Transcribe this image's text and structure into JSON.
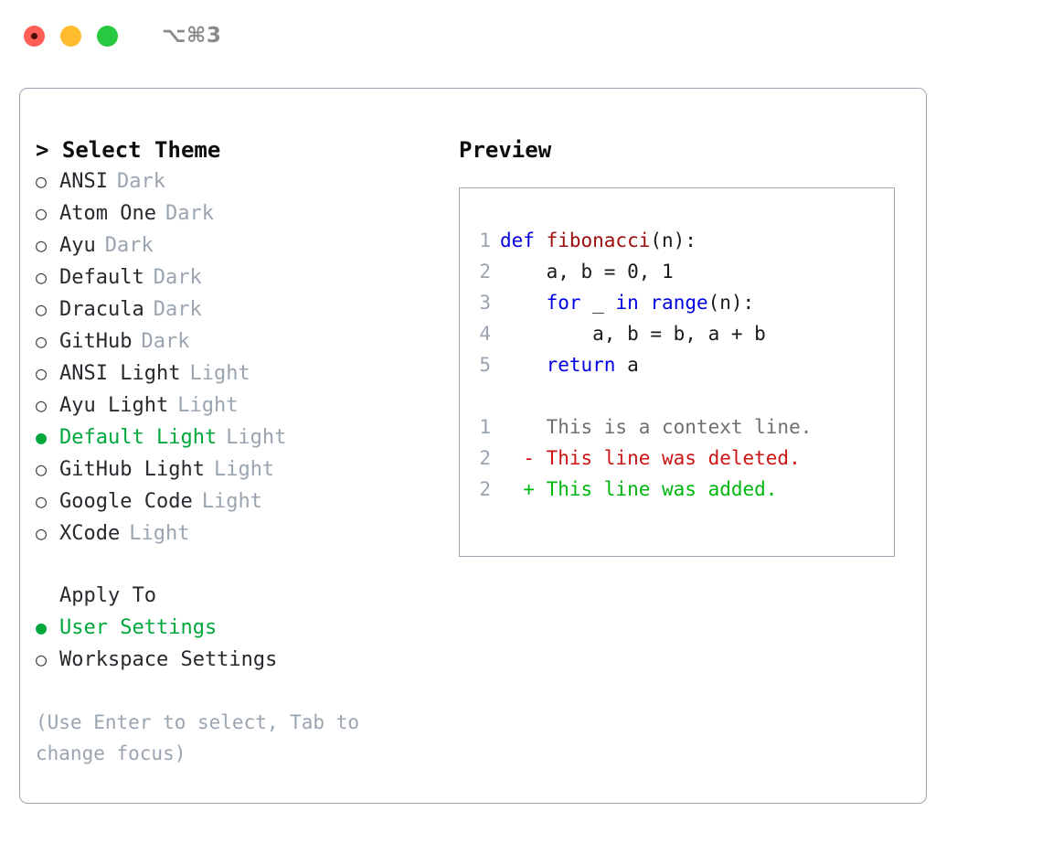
{
  "titlebar": {
    "shortcut": "⌥⌘3",
    "buttons": [
      "close",
      "minimize",
      "maximize"
    ]
  },
  "theme_picker": {
    "heading_caret": "> ",
    "heading": "Select Theme",
    "bullet_unselected": "○",
    "bullet_selected": "●",
    "items": [
      {
        "label": "ANSI",
        "badge": "Dark",
        "selected": false
      },
      {
        "label": "Atom One",
        "badge": "Dark",
        "selected": false
      },
      {
        "label": "Ayu",
        "badge": "Dark",
        "selected": false
      },
      {
        "label": "Default",
        "badge": "Dark",
        "selected": false
      },
      {
        "label": "Dracula",
        "badge": "Dark",
        "selected": false
      },
      {
        "label": "GitHub",
        "badge": "Dark",
        "selected": false
      },
      {
        "label": "ANSI Light",
        "badge": "Light",
        "selected": false
      },
      {
        "label": "Ayu Light",
        "badge": "Light",
        "selected": false
      },
      {
        "label": "Default Light",
        "badge": "Light",
        "selected": true
      },
      {
        "label": "GitHub Light",
        "badge": "Light",
        "selected": false
      },
      {
        "label": "Google Code",
        "badge": "Light",
        "selected": false
      },
      {
        "label": "XCode",
        "badge": "Light",
        "selected": false
      }
    ]
  },
  "apply_to": {
    "heading": "Apply To",
    "items": [
      {
        "label": "User Settings",
        "selected": true
      },
      {
        "label": "Workspace Settings",
        "selected": false
      }
    ]
  },
  "hint": "(Use Enter to select, Tab to change focus)",
  "preview": {
    "title": "Preview",
    "code": [
      {
        "lineno": "1",
        "tokens": [
          {
            "t": "def ",
            "c": "kw"
          },
          {
            "t": "fibonacci",
            "c": "fn"
          },
          {
            "t": "(n):",
            "c": "plain"
          }
        ]
      },
      {
        "lineno": "2",
        "tokens": [
          {
            "t": "    a, b = 0, 1",
            "c": "plain"
          }
        ]
      },
      {
        "lineno": "3",
        "tokens": [
          {
            "t": "    ",
            "c": "plain"
          },
          {
            "t": "for",
            "c": "kw"
          },
          {
            "t": " _ ",
            "c": "plain"
          },
          {
            "t": "in",
            "c": "kw"
          },
          {
            "t": " ",
            "c": "plain"
          },
          {
            "t": "range",
            "c": "kw"
          },
          {
            "t": "(n):",
            "c": "plain"
          }
        ]
      },
      {
        "lineno": "4",
        "tokens": [
          {
            "t": "        a, b = b, a + b",
            "c": "plain"
          }
        ]
      },
      {
        "lineno": "5",
        "tokens": [
          {
            "t": "    ",
            "c": "plain"
          },
          {
            "t": "return",
            "c": "kw"
          },
          {
            "t": " a",
            "c": "plain"
          }
        ]
      }
    ],
    "diff": [
      {
        "lineno": "1",
        "marker": "  ",
        "text": "This is a context line.",
        "kind": "ctx"
      },
      {
        "lineno": "2",
        "marker": "- ",
        "text": "This line was deleted.",
        "kind": "del"
      },
      {
        "lineno": "2",
        "marker": "+ ",
        "text": "This line was added.",
        "kind": "add"
      }
    ]
  },
  "colors": {
    "accent_green": "#00a83c",
    "muted": "#9aa5b1",
    "keyword": "#0000e0",
    "function": "#9b0b0b",
    "diff_add": "#00b70f",
    "diff_del": "#cc1414",
    "panel_border": "#9aa5b1",
    "traffic_red": "#ff5f57",
    "traffic_yellow": "#febc2e",
    "traffic_green": "#28c840"
  }
}
